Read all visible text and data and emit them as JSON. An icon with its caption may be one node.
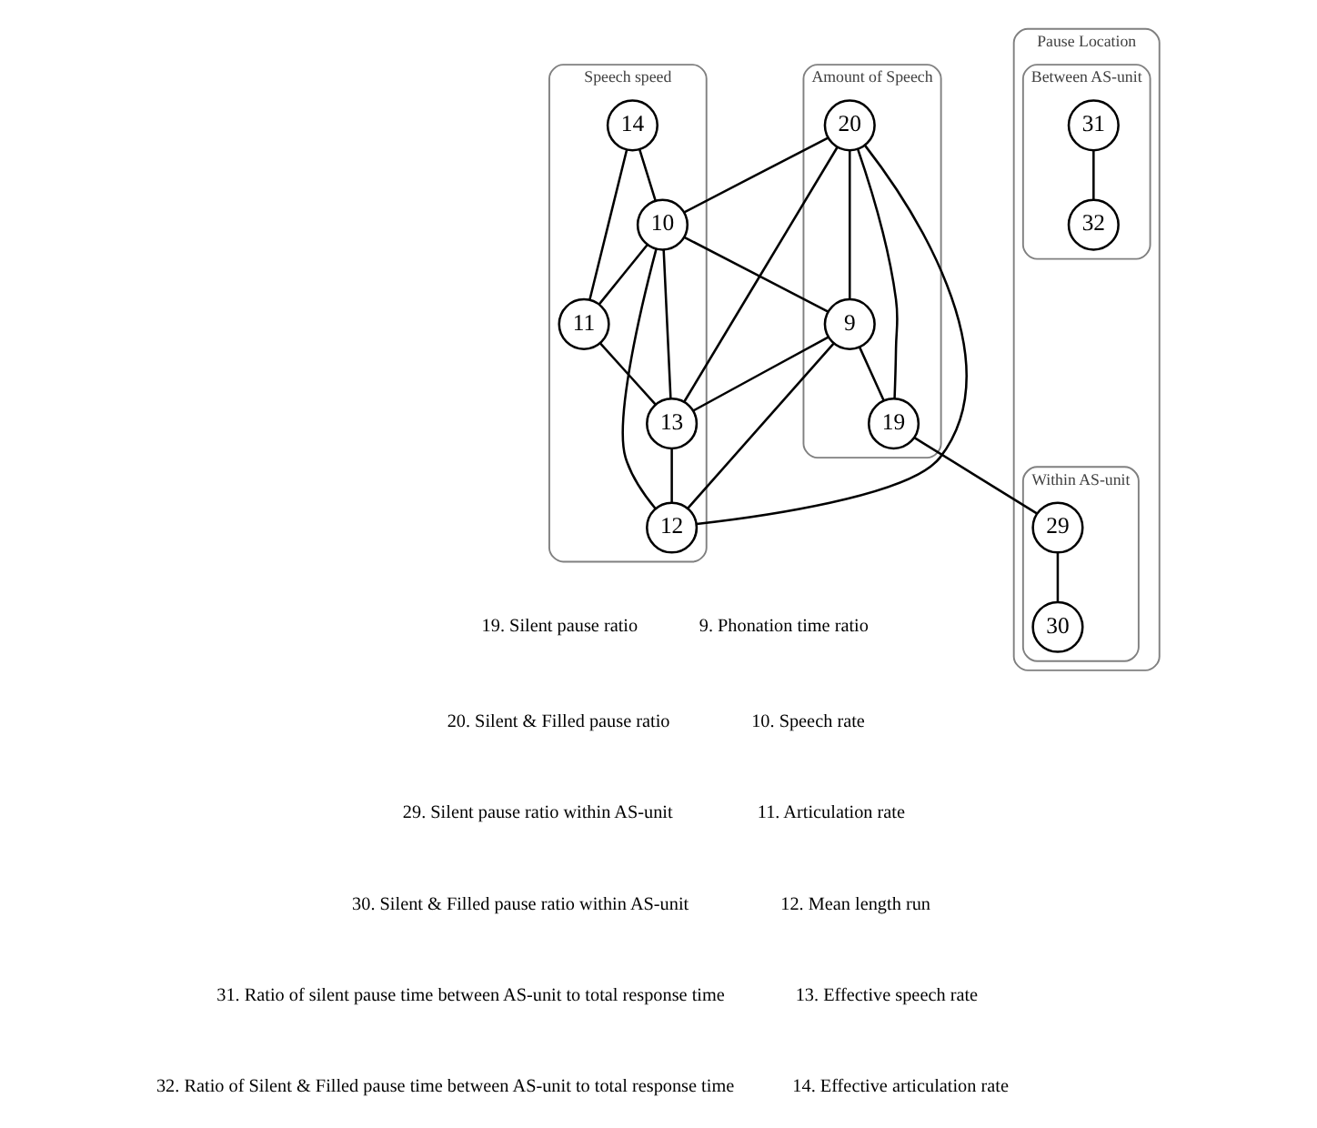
{
  "diagram": {
    "nodes": [
      {
        "text": [
          "Speech speed"
        ]
      },
      {
        "text": [
          "Amount of Speech"
        ]
      },
      {
        "text": [
          "Pause Location"
        ]
      },
      {
        "text": [
          "Within AS-unit"
        ],
        "in": 2
      },
      {
        "text": [
          "Between AS-unit"
        ],
        "in": 2
      },
      {
        "text": [
          "20"
        ],
        "in": 1
      },
      {
        "text": [
          "19"
        ],
        "in": 1
      },
      {
        "text": [
          "29"
        ],
        "in": 3
      },
      {
        "text": [
          "30"
        ],
        "in": 3
      },
      {
        "text": [
          "14"
        ],
        "in": 0
      },
      {
        "text": [
          "10"
        ],
        "in": 0
      },
      {
        "text": [
          "9"
        ],
        "in": 1
      },
      {
        "text": [
          "31"
        ],
        "in": 4
      },
      {
        "text": [
          "32"
        ],
        "in": 4
      },
      {
        "text": [
          "11"
        ],
        "in": 0
      },
      {
        "text": [
          "13"
        ],
        "in": 0
      },
      {
        "text": [
          "12"
        ],
        "in": 0
      }
    ],
    "edges": [
      {
        "from": 5,
        "to": 6,
        "arrow": "none"
      },
      {
        "from": 6,
        "to": 7,
        "arrow": "none"
      },
      {
        "from": 7,
        "to": 8,
        "arrow": "none"
      },
      {
        "from": 12,
        "to": 13,
        "arrow": "none"
      },
      {
        "from": 9,
        "to": 10,
        "arrow": "none"
      },
      {
        "from": 9,
        "to": 14,
        "arrow": "none"
      },
      {
        "from": 10,
        "to": 11,
        "arrow": "none"
      },
      {
        "from": 10,
        "to": 14,
        "arrow": "none"
      },
      {
        "from": 10,
        "to": 15,
        "arrow": "none"
      },
      {
        "from": 10,
        "to": 16,
        "arrow": "none"
      },
      {
        "from": 14,
        "to": 15,
        "arrow": "none"
      },
      {
        "from": 15,
        "to": 16,
        "arrow": "none"
      },
      {
        "from": 11,
        "to": 6,
        "arrow": "none"
      },
      {
        "from": 5,
        "to": 11,
        "arrow": "none"
      },
      {
        "from": 11,
        "to": 15,
        "arrow": "none"
      },
      {
        "from": 11,
        "to": 16,
        "arrow": "none"
      },
      {
        "from": 5,
        "to": 10,
        "arrow": "none"
      },
      {
        "from": 5,
        "to": 15,
        "arrow": "none"
      },
      {
        "from": 5,
        "to": 16,
        "arrow": "none"
      }
    ],
    "labels": [
      "9. Phonation time ratio",
      "10. Speech rate",
      "11. Articulation rate",
      "12. Mean length run",
      "13. Effective speech rate",
      "14. Effective articulation rate",
      "19. Silent pause ratio",
      "20. Silent & Filled pause ratio",
      "29. Silent pause ratio within AS-unit",
      "30. Silent & Filled pause ratio within AS-unit",
      "31. Ratio of silent pause time between AS-unit to total response time",
      "32. Ratio of Silent & Filled pause time between AS-unit to total response time"
    ]
  }
}
